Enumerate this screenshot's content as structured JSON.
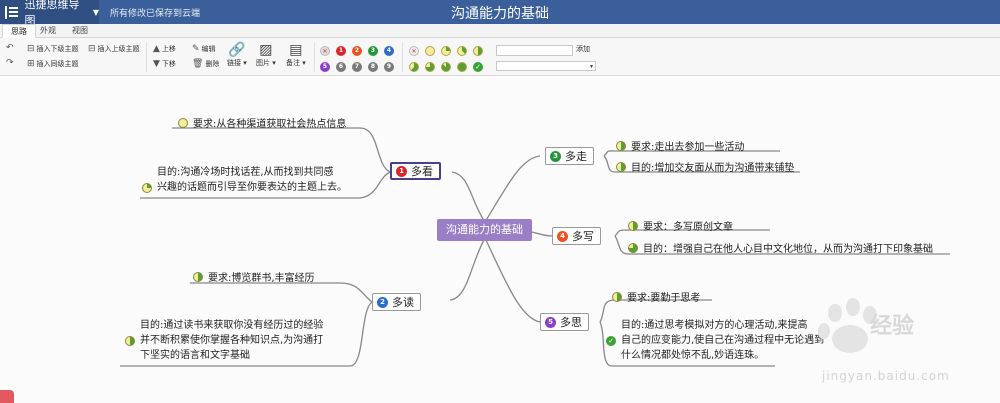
{
  "app": {
    "name": "迅捷思维导图",
    "save_status": "所有修改已保存到云端",
    "doc_title": "沟通能力的基础"
  },
  "tabs": [
    {
      "label": "思路",
      "active": true
    },
    {
      "label": "外观",
      "active": false
    },
    {
      "label": "视图",
      "active": false
    }
  ],
  "toolbar": {
    "insert_child": "插入下级主题",
    "insert_parent": "插入上级主题",
    "insert_sibling": "插入同级主题",
    "move_up": "上移",
    "move_down": "下移",
    "edit": "编辑",
    "delete": "删除",
    "link": "链接",
    "image": "图片",
    "note": "备注",
    "add": "添加",
    "priority_colors": [
      "#d9262c",
      "#e8531f",
      "#21973a",
      "#2d6cc6",
      "#8a3fc8",
      "#7a7a7a",
      "#7a7a7a",
      "#7a7a7a",
      "#7a7a7a"
    ],
    "priority_labels": [
      "1",
      "2",
      "3",
      "4",
      "5",
      "6",
      "7",
      "8",
      "9"
    ]
  },
  "mindmap": {
    "center": "沟通能力的基础",
    "branches": [
      {
        "key": "kan",
        "label": "多看",
        "badge": "1",
        "badge_color": "#d9262c",
        "children": [
          {
            "icon": "empty",
            "text": "要求:从各种渠道获取社会热点信息"
          },
          {
            "icon": "quarter",
            "text": "目的:沟通冷场时找话茬,从而找到共同感\n兴趣的话题而引导至你要表达的主题上去。"
          }
        ]
      },
      {
        "key": "du",
        "label": "多读",
        "badge": "2",
        "badge_color": "#2d6cc6",
        "children": [
          {
            "icon": "half",
            "text": "要求:博览群书,丰富经历"
          },
          {
            "icon": "half",
            "text": "目的:通过读书来获取你没有经历过的经验\n并不断积累使你掌握各种知识点,为沟通打\n下坚实的语言和文字基础"
          }
        ]
      },
      {
        "key": "zou",
        "label": "多走",
        "badge": "3",
        "badge_color": "#21973a",
        "children": [
          {
            "icon": "half",
            "text": "要求:走出去参加一些活动"
          },
          {
            "icon": "half",
            "text": "目的:增加交友面从而为沟通带来铺垫"
          }
        ]
      },
      {
        "key": "xie",
        "label": "多写",
        "badge": "4",
        "badge_color": "#e8531f",
        "children": [
          {
            "icon": "half",
            "text": "要求：多写原创文章"
          },
          {
            "icon": "threequarter",
            "text": "目的：增强自己在他人心目中文化地位，从而为沟通打下印象基础"
          }
        ]
      },
      {
        "key": "si",
        "label": "多思",
        "badge": "5",
        "badge_color": "#8a3fc8",
        "children": [
          {
            "icon": "half",
            "text": "要求:要勤于思考"
          },
          {
            "icon": "check",
            "text": "目的:通过思考模拟对方的心理活动,来提高\n自己的应变能力,使自己在沟通过程中无论遇到\n什么情况都处惊不乱,妙语连珠。"
          }
        ]
      }
    ]
  },
  "watermark": {
    "brand": "经验",
    "url": "jingyan.baidu.com"
  }
}
